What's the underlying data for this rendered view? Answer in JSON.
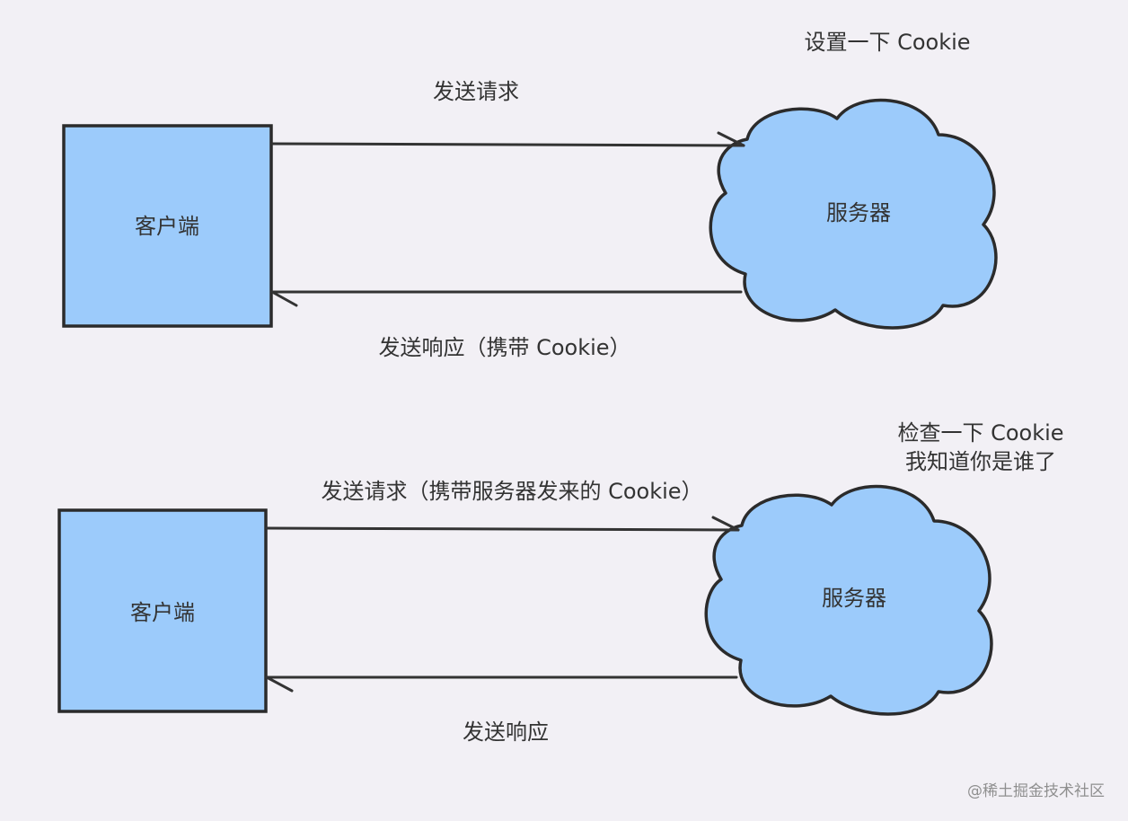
{
  "colors": {
    "background": "#f2f0f5",
    "node_fill": "#9ccbfb",
    "stroke": "#2b2b2b",
    "text": "#333333"
  },
  "scenario1": {
    "client_label": "客户端",
    "server_label": "服务器",
    "server_note": "设置一下 Cookie",
    "request_label": "发送请求",
    "response_label": "发送响应（携带 Cookie）"
  },
  "scenario2": {
    "client_label": "客户端",
    "server_label": "服务器",
    "server_note_line1": "检查一下 Cookie",
    "server_note_line2": "我知道你是谁了",
    "request_label": "发送请求（携带服务器发来的 Cookie）",
    "response_label": "发送响应"
  },
  "watermark": "@稀土掘金技术社区"
}
